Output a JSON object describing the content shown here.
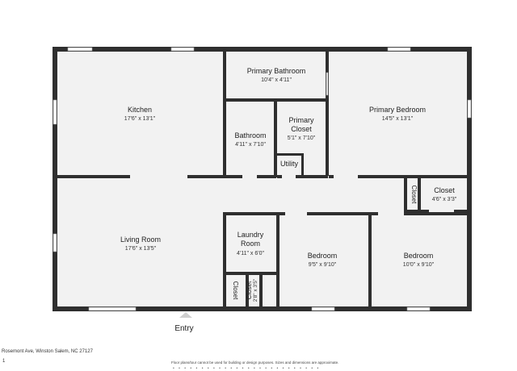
{
  "rooms": {
    "kitchen": {
      "name": "Kitchen",
      "dims": "17'6\" x 13'1\""
    },
    "primary_bathroom": {
      "name": "Primary Bathroom",
      "dims": "10'4\" x 4'11\""
    },
    "primary_bedroom": {
      "name": "Primary Bedroom",
      "dims": "14'5\" x 13'1\""
    },
    "bathroom": {
      "name": "Bathroom",
      "dims": "4'11\" x 7'10\""
    },
    "primary_closet": {
      "name_line1": "Primary",
      "name_line2": "Closet",
      "dims": "5'1\" x 7'10\""
    },
    "utility": {
      "name": "Utility"
    },
    "closet_hall": {
      "name": "Closet"
    },
    "closet_right": {
      "name": "Closet",
      "dims": "4'6\" x 3'3\""
    },
    "living_room": {
      "name": "Living Room",
      "dims": "17'6\" x 13'5\""
    },
    "laundry_room": {
      "name_line1": "Laundry",
      "name_line2": "Room",
      "dims": "4'11\" x 6'0\""
    },
    "bedroom_1": {
      "name": "Bedroom",
      "dims": "9'5\" x 9'10\""
    },
    "bedroom_2": {
      "name": "Bedroom",
      "dims": "10'0\" x 9'10\""
    },
    "closet_bottom_left": {
      "name": "Closet"
    },
    "closet_bottom_2": {
      "name": "Closet",
      "dims": "2'8\" x 3'5\""
    }
  },
  "entry": {
    "label": "Entry"
  },
  "footer": {
    "address": "Rosemont Ave, Winston Salem, NC 27127",
    "page": "1",
    "disclaimer": "Floor plans/tour cannot be used for building or design purposes. Sizes and dimensions are approximate."
  },
  "colors": {
    "wall": "#2f2f2f",
    "floor": "#f2f2f2",
    "window": "#ffffff"
  }
}
